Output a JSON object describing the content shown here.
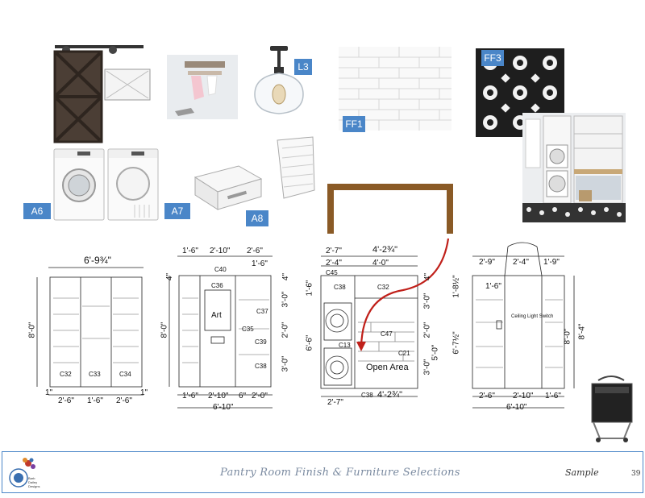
{
  "tags": {
    "l3": "L3",
    "ff1": "FF1",
    "ff3": "FF3",
    "a6": "A6",
    "a7": "A7",
    "a8": "A8"
  },
  "elevation1": {
    "top_width": "6'-9¾\"",
    "height": "8'-0\"",
    "bottom_dims": [
      "2'-6\"",
      "1'-6\"",
      "2'-6\""
    ],
    "left_small": "1\"",
    "right_small": "1\"",
    "labels": [
      "C32",
      "C33",
      "C34"
    ]
  },
  "elevation2": {
    "top_dims": [
      "1'-6\"",
      "2'-10\"",
      "2'-6\""
    ],
    "sub_dim": "1'-6\"",
    "height": "8'-0\"",
    "left_small": "4\"",
    "right_dims": [
      "4\"",
      "3'-0\"",
      "2'-0\"",
      "3'-0\""
    ],
    "center_label": "Art",
    "cabinet_labels": [
      "C40",
      "C36",
      "C37",
      "C35",
      "C39",
      "C38"
    ],
    "bottom_dims": [
      "1'-6\"",
      "2'-10\"",
      "6\"",
      "2'-0\""
    ],
    "overall": "6'-10\""
  },
  "elevation3": {
    "top_dims": [
      "2'-7\"",
      "4'-2¾\""
    ],
    "sub_dims": [
      "2'-4\"",
      "4'-0\""
    ],
    "left_dims": [
      "1'-6\"",
      "6'-6\""
    ],
    "right_dims": [
      "4\"",
      "3'-0\"",
      "2'-0\"",
      "3'-0\""
    ],
    "far_right": [
      "6'-7½\"",
      "5'-0\""
    ],
    "open_area": "Open Area",
    "cabinet_labels": [
      "C45",
      "C38",
      "C32",
      "C13",
      "C47",
      "C21",
      "C38"
    ],
    "bottom_dims": [
      "2'-7\"",
      "4'-2¾\""
    ]
  },
  "elevation4": {
    "top_dims": [
      "2'-9\"",
      "2'-4\"",
      "1'-9\""
    ],
    "sub_dim": "1'-6\"",
    "right_dims": [
      "1'-8½\""
    ],
    "far_right": [
      "8'-0\"",
      "8'-4\""
    ],
    "ceiling_label": "Ceiling Light Switch",
    "bottom_dims": [
      "2'-6\"",
      "2'-10\"",
      "1'-6\""
    ],
    "overall": "6'-10\""
  },
  "footer": {
    "title": "Pantry Room Finish & Furniture Selections",
    "sample": "Sample",
    "page": "39",
    "logo_text": "Barb Dailey Designs"
  },
  "colors": {
    "tag_blue": "#4a86c8",
    "footer_border": "#4a86c8",
    "wood_dark": "#4b3e35",
    "redline": "#c0201a"
  }
}
